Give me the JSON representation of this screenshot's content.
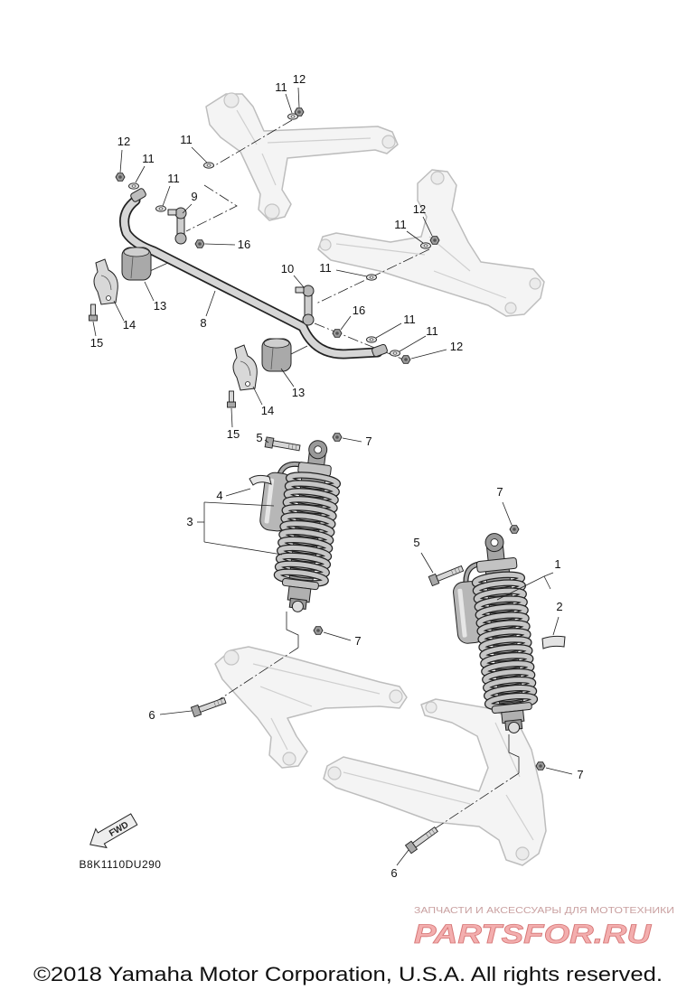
{
  "diagram": {
    "code": "B8K1110DU290",
    "fwd_label": "FWD",
    "callouts": [
      "12",
      "11",
      "12",
      "11",
      "11",
      "11",
      "9",
      "16",
      "12",
      "11",
      "10",
      "11",
      "13",
      "14",
      "15",
      "8",
      "16",
      "11",
      "11",
      "12",
      "13",
      "14",
      "15",
      "5",
      "7",
      "4",
      "3",
      "7",
      "5",
      "1",
      "2",
      "7",
      "6",
      "7",
      "6"
    ]
  },
  "watermark": {
    "tagline": "ЗАПЧАСТИ И АКСЕССУАРЫ ДЛЯ МОТОТЕХНИКИ",
    "logo": "PARTSFOR.RU"
  },
  "copyright": "©2018 Yamaha Motor Corporation, U.S.A. All rights reserved."
}
